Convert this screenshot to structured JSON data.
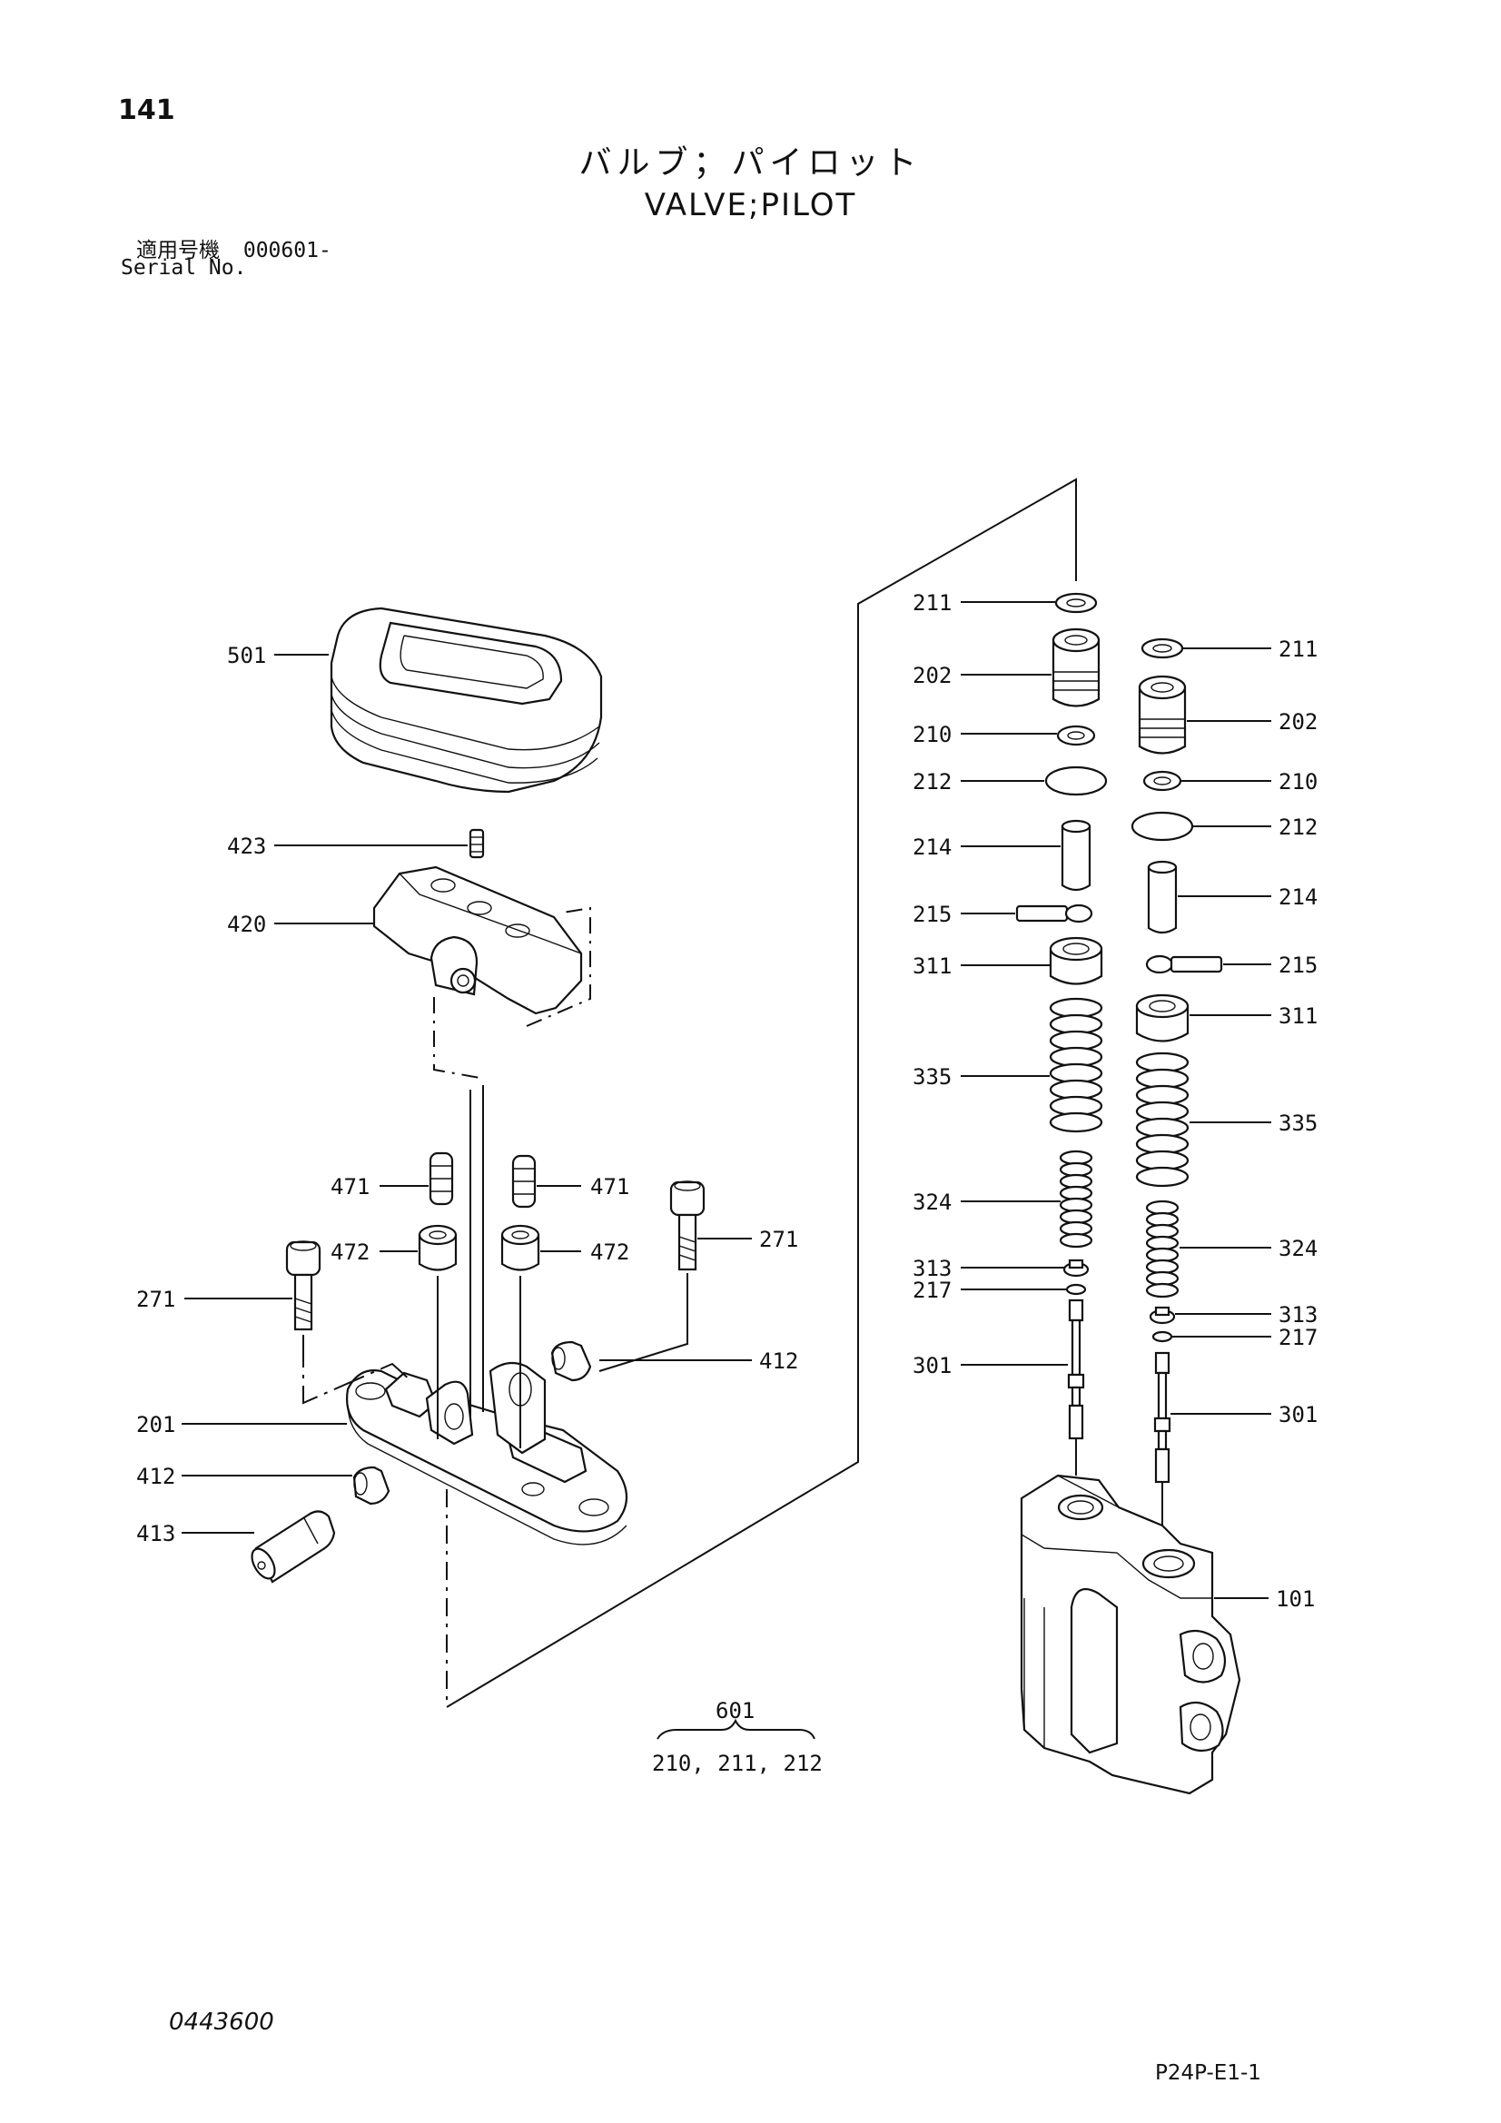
{
  "header": {
    "page_number": "141",
    "title_jp": "バルブ；パイロット",
    "title_en": "VALVE;PILOT",
    "serial_label_jp": "適用号機",
    "serial_value": "000601-",
    "serial_label_en": "Serial No."
  },
  "callouts": {
    "c501": "501",
    "c423": "423",
    "c420": "420",
    "c471_l": "471",
    "c471_r": "471",
    "c472_l": "472",
    "c472_r": "472",
    "c271_l": "271",
    "c271_r": "271",
    "c412_r": "412",
    "c412_l": "412",
    "c201": "201",
    "c413": "413",
    "c211_l": "211",
    "c202_l": "202",
    "c210_l": "210",
    "c212_l": "212",
    "c214_l": "214",
    "c215_l": "215",
    "c311_l": "311",
    "c335_l": "335",
    "c324_l": "324",
    "c313_l": "313",
    "c217_l": "217",
    "c301_l": "301",
    "c211_r": "211",
    "c202_r": "202",
    "c210_r": "210",
    "c212_r": "212",
    "c214_r": "214",
    "c215_r": "215",
    "c311_r": "311",
    "c335_r": "335",
    "c324_r": "324",
    "c313_r": "313",
    "c217_r": "217",
    "c301_r": "301",
    "c101": "101"
  },
  "kit": {
    "number": "601",
    "contents": "210, 211, 212"
  },
  "footer": {
    "figure_number": "0443600",
    "document_code": "P24P-E1-1"
  }
}
